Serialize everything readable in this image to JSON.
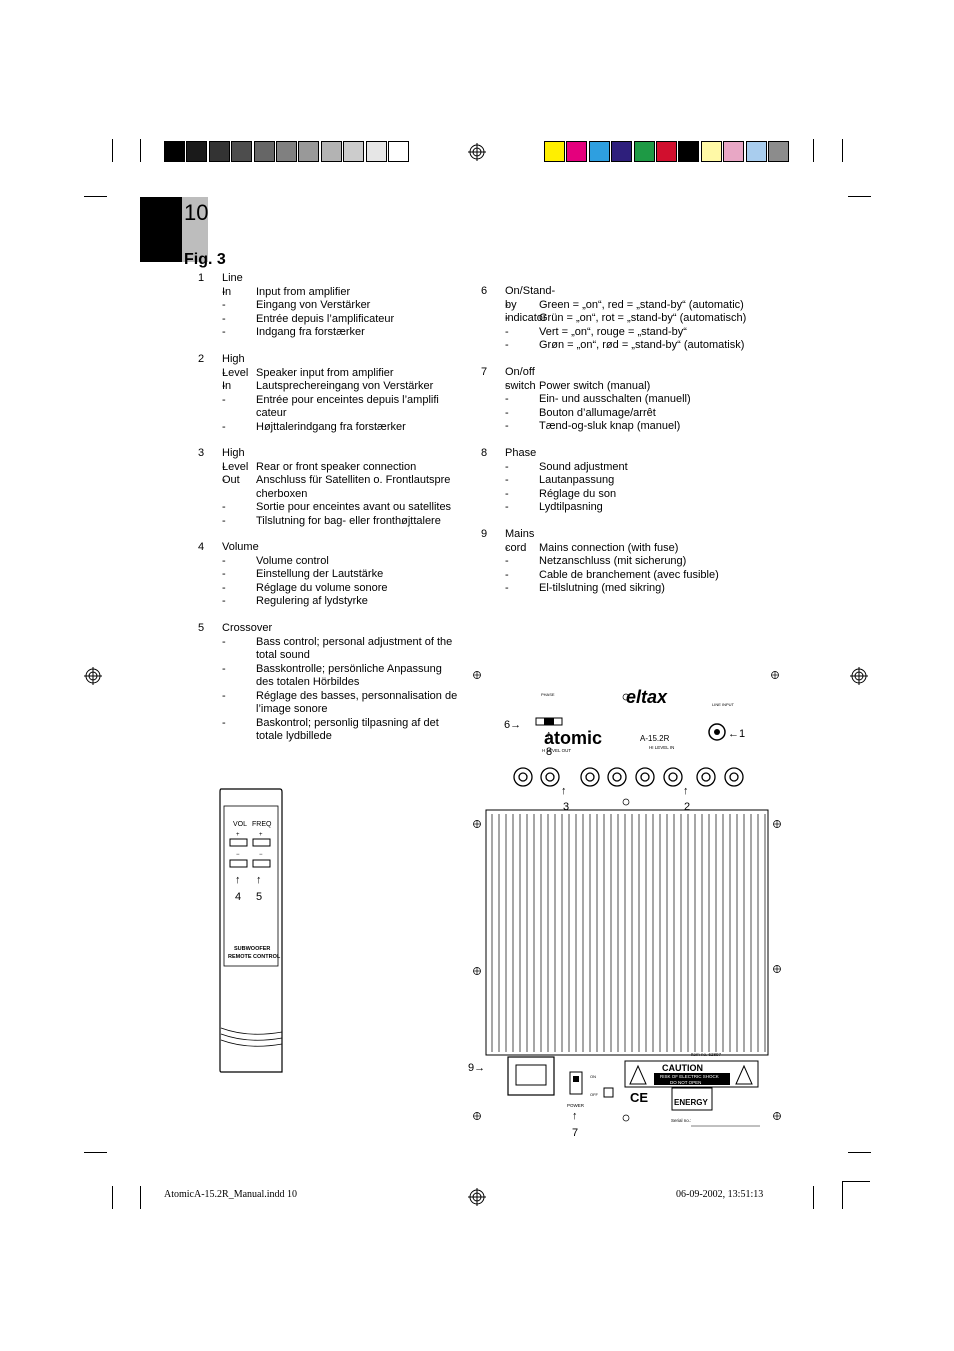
{
  "page": {
    "number": "10",
    "figure_label": "Fig. 3"
  },
  "color_bar": {
    "grays": [
      "#000000",
      "#1a1a1a",
      "#333333",
      "#4d4d4d",
      "#666666",
      "#808080",
      "#999999",
      "#b3b3b3",
      "#cccccc",
      "#e6e6e6",
      "#ffffff"
    ],
    "colors": [
      "#ffef00",
      "#e4007d",
      "#2e9fe0",
      "#2e1f7c",
      "#1e9a45",
      "#d10f2e",
      "#000000",
      "#fff9a6",
      "#e8a7c5",
      "#a9cdee",
      "#8c8c8c"
    ]
  },
  "items_left": [
    {
      "num": "1",
      "title": "Line In",
      "lines": [
        "Input from amplifier",
        "Eingang von Verstärker",
        "Entrée depuis l’amplificateur",
        "Indgang fra forstærker"
      ]
    },
    {
      "num": "2",
      "title": "High Level In",
      "lines": [
        "Speaker input from amplifier",
        "Lautsprechereingang von Verstärker",
        "Entrée pour enceintes depuis l’amplifi cateur",
        "Højttalerindgang fra forstærker"
      ]
    },
    {
      "num": "3",
      "title": "High Level Out",
      "lines": [
        "Rear or front speaker connection",
        "Anschluss für Satelliten o. Frontlautspre cherboxen",
        "Sortie pour enceintes avant ou satellites",
        "Tilslutning for bag- eller fronthøjttalere"
      ]
    },
    {
      "num": "4",
      "title": "Volume",
      "lines": [
        "Volume control",
        "Einstellung der Lautstärke",
        "Réglage du volume sonore",
        "Regulering af lydstyrke"
      ]
    },
    {
      "num": "5",
      "title": "Crossover",
      "lines": [
        "Bass control; personal adjustment of the total sound",
        "Basskontrolle; persönliche Anpassung des totalen Hörbildes",
        "Réglage des basses, personnalisation de l’image sonore",
        "Baskontrol; personlig tilpasning af det totale lydbillede"
      ]
    }
  ],
  "items_right": [
    {
      "num": "6",
      "title": "On/Stand-by indicator",
      "lines": [
        "Green = „on“, red = „stand-by“ (automatic)",
        "Grün = „on“, rot = „stand-by“ (automatisch)",
        "Vert = „on“, rouge = „stand-by“",
        "Grøn = „on“, rød = „stand-by“ (automatisk)"
      ]
    },
    {
      "num": "7",
      "title": "On/off switch",
      "lines": [
        "Power switch (manual)",
        "Ein- und ausschalten (manuell)",
        "Bouton d’allumage/arrêt",
        "Tænd-og-sluk knap (manuel)"
      ]
    },
    {
      "num": "8",
      "title": "Phase",
      "lines": [
        "Sound adjustment",
        "Lautanpassung",
        "Réglage du son",
        "Lydtilpasning"
      ]
    },
    {
      "num": "9",
      "title": "Mains cord",
      "lines": [
        "Mains connection (with fuse)",
        "Netzanschluss (mit sicherung)",
        "Cable de branchement (avec fusible)",
        "El-tilslutning (med sikring)"
      ]
    }
  ],
  "remote": {
    "label_vol": "VOL",
    "label_freq": "FREQ",
    "caption_1": "SUBWOOFER",
    "caption_2": "REMOTE CONTROL",
    "callout_4": "4",
    "callout_5": "5"
  },
  "panel": {
    "brand": "eltax",
    "model_logo": "atomic",
    "model": "A-15.2R",
    "phase": "PHASE",
    "line_input": "LINE INPUT",
    "level_out": "H LEVEL OUT",
    "level_in": "HI LEVEL IN",
    "caution": "CAUTION",
    "caution_sub1": "RISK OF ELECTRIC SHOCK",
    "caution_sub2": "DO NOT OPEN",
    "energy": "ENERGY",
    "serial": "Serial no.:",
    "item_no": "Item no. 62897",
    "power": "POWER",
    "on": "ON",
    "off": "OFF",
    "callouts": {
      "c1": "←1",
      "c2": "2",
      "c3": "3",
      "c6": "6→",
      "c7": "7",
      "c8": "8",
      "c9": "9→"
    }
  },
  "footer": {
    "left": "AtomicA-15.2R_Manual.indd   10",
    "right": "06-09-2002, 13:51:13"
  }
}
